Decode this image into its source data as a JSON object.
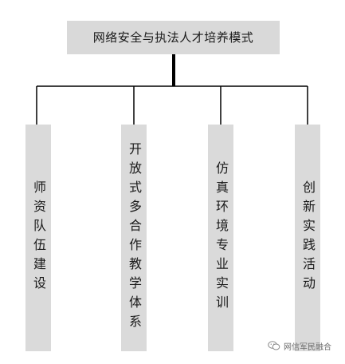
{
  "title": "网络安全与执法人才培养模式",
  "branches": [
    {
      "label": "师资队伍建设"
    },
    {
      "label": "开放式多合作教学体系"
    },
    {
      "label": "仿真环境专业实训"
    },
    {
      "label": "创新实践活动"
    }
  ],
  "watermark": {
    "text": "网信军民融合",
    "icon": "wechat-icon"
  },
  "colors": {
    "box_fill": "#d9d9d9",
    "line": "#000000",
    "text": "#1a1a1a"
  }
}
